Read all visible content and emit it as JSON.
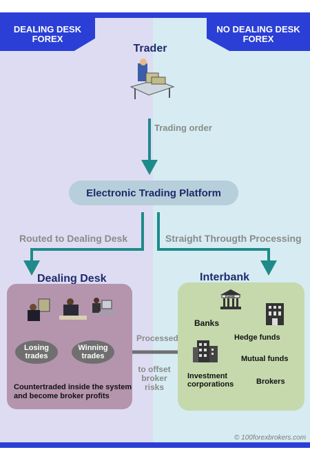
{
  "corner_left": [
    "DEALING DESK",
    "FOREX"
  ],
  "corner_right": [
    "NO DEALING DESK",
    "FOREX"
  ],
  "trader": {
    "label": "Trader",
    "icon": "trader-at-desk-icon"
  },
  "trading_order_label": "Trading order",
  "platform_label": "Electronic Trading Platform",
  "routed_label": "Routed to Dealing Desk",
  "stp_label": "Straight Througth Processing",
  "dealing_desk": {
    "title": "Dealing Desk",
    "losing": [
      "Losing",
      "trades"
    ],
    "winning": [
      "Winning",
      "trades"
    ],
    "countertrade": [
      "Countertraded inside the system",
      "and become broker profits"
    ]
  },
  "processed_label": "Processed",
  "offset_label": [
    "to offset",
    "broker",
    "risks"
  ],
  "interbank": {
    "title": "Interbank",
    "banks": "Banks",
    "hedge_funds": "Hedge funds",
    "mutual_funds": "Mutual funds",
    "investment": [
      "Investment",
      "corporations"
    ],
    "brokers": "Brokers",
    "bank_sign": "BANK"
  },
  "watermark": "© 100forexbrokers.com",
  "colors": {
    "frame": "#2b3fd6",
    "arrow": "#1f8a8a",
    "navy": "#1f2a6b"
  }
}
